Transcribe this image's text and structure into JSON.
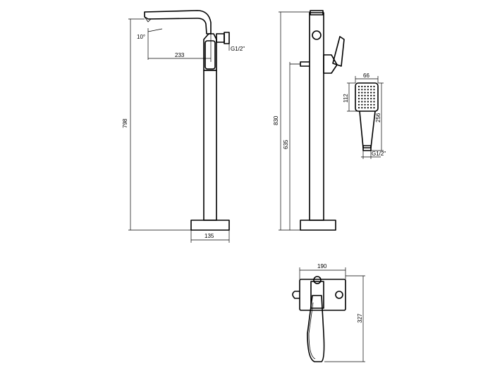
{
  "views": {
    "front": {
      "dims": {
        "spout_reach": "233",
        "spout_angle": "10°",
        "thread": "G1/2\"",
        "height": "798",
        "base": "135"
      }
    },
    "side": {
      "dims": {
        "height_total": "830",
        "hose_height": "635"
      }
    },
    "hand_shower": {
      "dims": {
        "head_width": "66",
        "head_height": "112",
        "length": "256",
        "thread": "G1/2\""
      }
    },
    "concealed": {
      "dims": {
        "width": "190",
        "height": "327"
      }
    }
  }
}
